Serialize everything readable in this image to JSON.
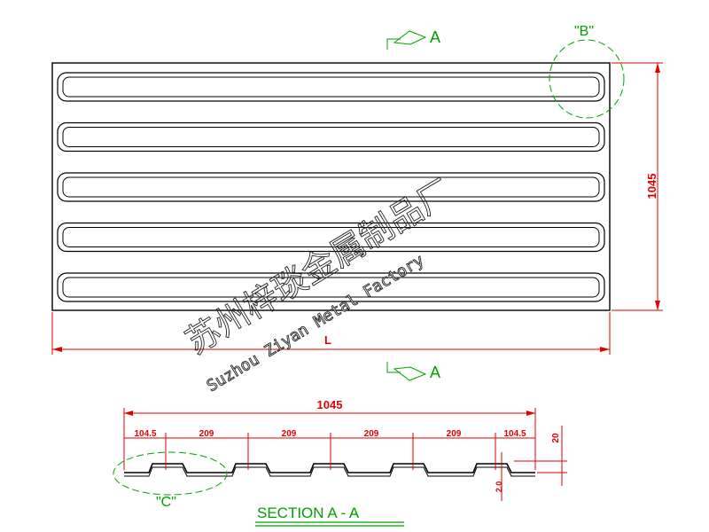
{
  "drawing": {
    "plan_view": {
      "dim_length_label": "L",
      "dim_width_label": "1045",
      "slot_count": 5,
      "detail_label": "\"B\""
    },
    "section_markers": {
      "top_label": "A",
      "bottom_label": "A"
    },
    "section": {
      "title": "SECTION  A - A",
      "total_width": "1045",
      "segments": [
        "104.5",
        "209",
        "209",
        "209",
        "209",
        "104.5"
      ],
      "rib_height": "20",
      "thickness": "2.0",
      "detail_label": "\"C\""
    },
    "watermark": {
      "chinese": "苏州梓琰金属制品厂",
      "english": "Suzhou Ziyan Metal Factory"
    },
    "colors": {
      "outline": "#000000",
      "dimension": "#e00000",
      "marker": "#00a000"
    }
  }
}
